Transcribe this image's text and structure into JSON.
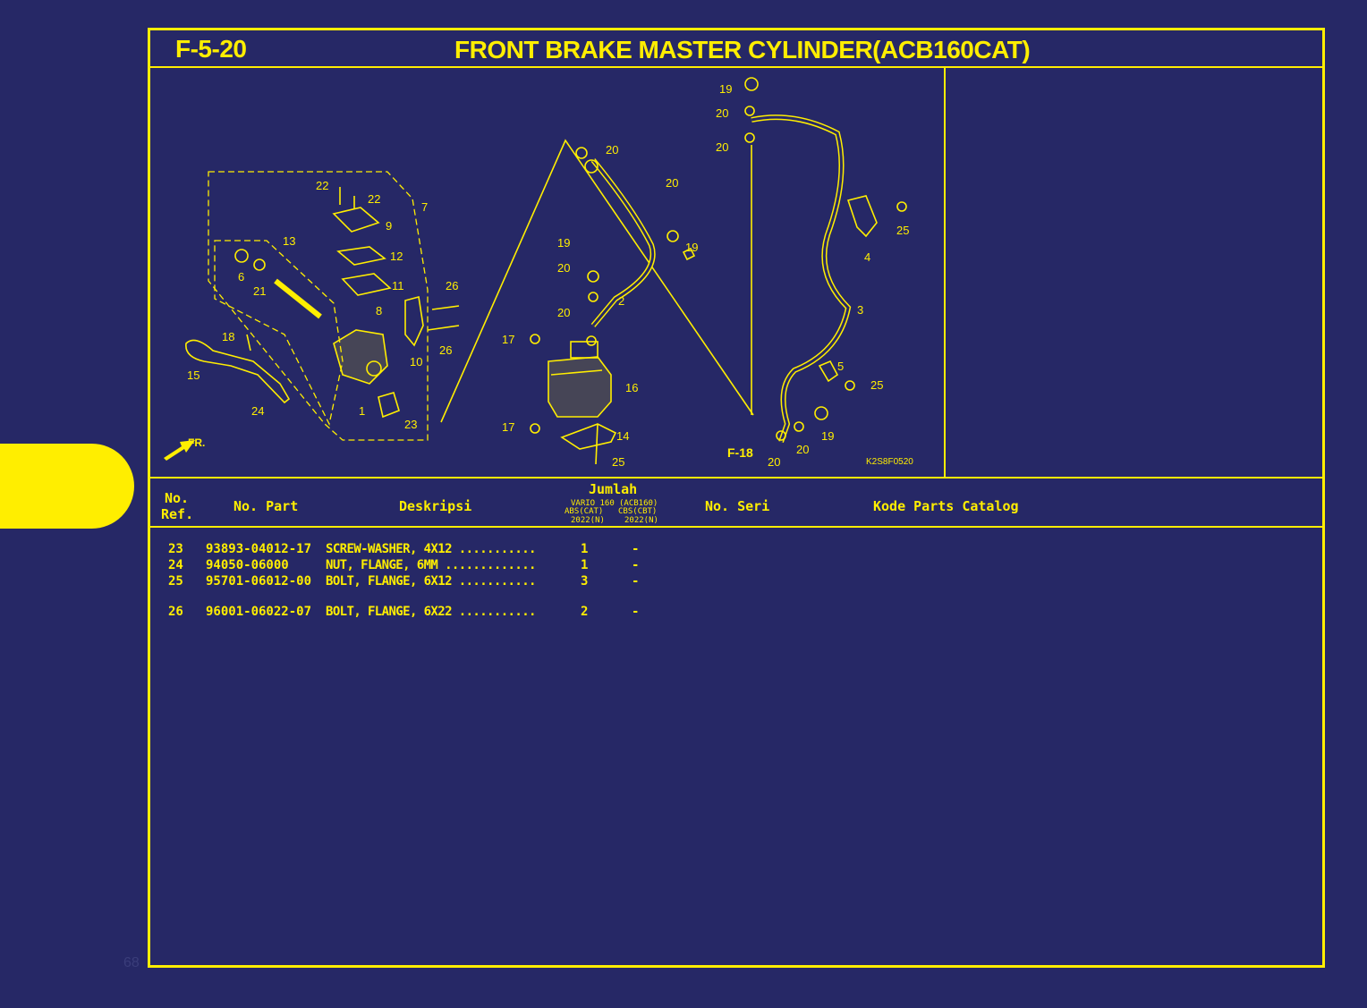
{
  "header": {
    "code": "F-5-20",
    "title": "FRONT BRAKE MASTER CYLINDER(ACB160CAT)"
  },
  "diagram": {
    "image_code": "K2S8F0520",
    "direction_label": "FR.",
    "reference_label": "F-18",
    "callouts": [
      "1",
      "2",
      "3",
      "4",
      "5",
      "6",
      "7",
      "8",
      "9",
      "10",
      "11",
      "12",
      "13",
      "14",
      "15",
      "16",
      "17",
      "18",
      "19",
      "20",
      "21",
      "22",
      "23",
      "24",
      "25",
      "26"
    ]
  },
  "table": {
    "headers": {
      "no_ref": "No.",
      "no_ref_2": "Ref.",
      "no_part": "No. Part",
      "deskripsi": "Deskripsi",
      "jumlah": "Jumlah",
      "q1_line1": "VARIO 160",
      "q1_line2": "ABS(CAT)",
      "q1_line3": "2022(N)",
      "q2_line1": "(ACB160)",
      "q2_line2": "CBS(CBT)",
      "q2_line3": "2022(N)",
      "no_seri": "No. Seri",
      "kode": "Kode Parts Catalog"
    },
    "rows": [
      {
        "ref": "23",
        "part": "93893-04012-17",
        "desc": "SCREW-WASHER, 4X12 ...........",
        "q1": "1",
        "q2": "-"
      },
      {
        "ref": "24",
        "part": "94050-06000",
        "desc": "NUT, FLANGE, 6MM .............",
        "q1": "1",
        "q2": "-"
      },
      {
        "ref": "25",
        "part": "95701-06012-00",
        "desc": "BOLT, FLANGE, 6X12 ...........",
        "q1": "3",
        "q2": "-"
      },
      {
        "ref": "26",
        "part": "96001-06022-07",
        "desc": "BOLT, FLANGE, 6X22 ...........",
        "q1": "2",
        "q2": "-"
      }
    ]
  },
  "page_number": "68",
  "colors": {
    "background": "#262866",
    "accent": "#ffee00"
  }
}
